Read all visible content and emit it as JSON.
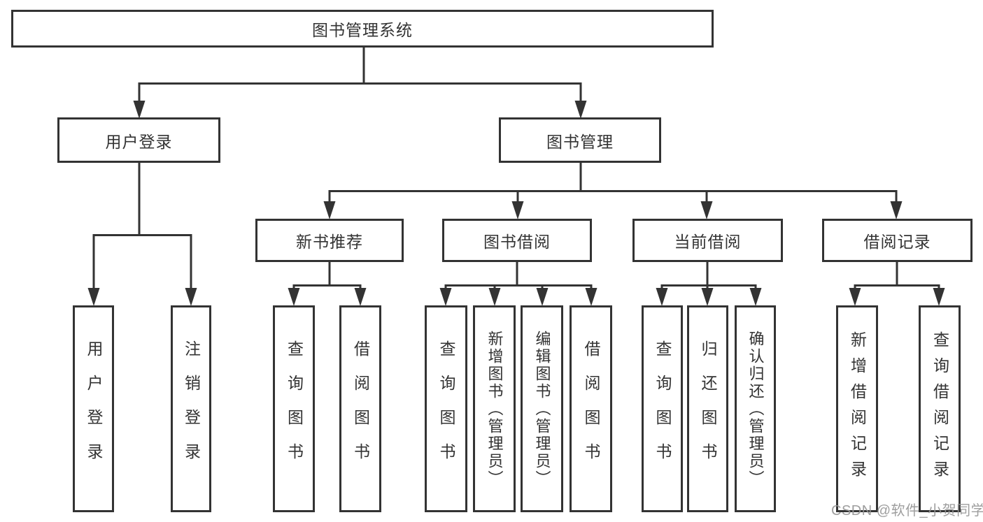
{
  "diagram": {
    "root": {
      "label": "图书管理系统"
    },
    "level2": {
      "user_login": {
        "label": "用户登录"
      },
      "book_mgmt": {
        "label": "图书管理"
      }
    },
    "level3": {
      "new_book": {
        "label": "新书推荐"
      },
      "borrow": {
        "label": "图书借阅"
      },
      "current": {
        "label": "当前借阅"
      },
      "record": {
        "label": "借阅记录"
      }
    },
    "leaves": {
      "user_login": {
        "label": "用户登录"
      },
      "logout": {
        "label": "注销登录"
      },
      "nb_query": {
        "label": "查询图书"
      },
      "nb_borrow": {
        "label": "借阅图书"
      },
      "bw_query": {
        "label": "查询图书"
      },
      "bw_add": {
        "label": "新增图书（管理员）"
      },
      "bw_edit": {
        "label": "编辑图书（管理员）"
      },
      "bw_borrow": {
        "label": "借阅图书"
      },
      "cur_query": {
        "label": "查询图书"
      },
      "cur_return": {
        "label": "归还图书"
      },
      "cur_confirm": {
        "label": "确认归还（管理员）"
      },
      "rec_add": {
        "label": "新增借阅记录"
      },
      "rec_query": {
        "label": "查询借阅记录"
      }
    },
    "watermark": "CSDN @软件_小贺同学",
    "colors": {
      "line": "#333333",
      "text": "#333333",
      "watermark": "#969696",
      "background": "#ffffff"
    }
  }
}
